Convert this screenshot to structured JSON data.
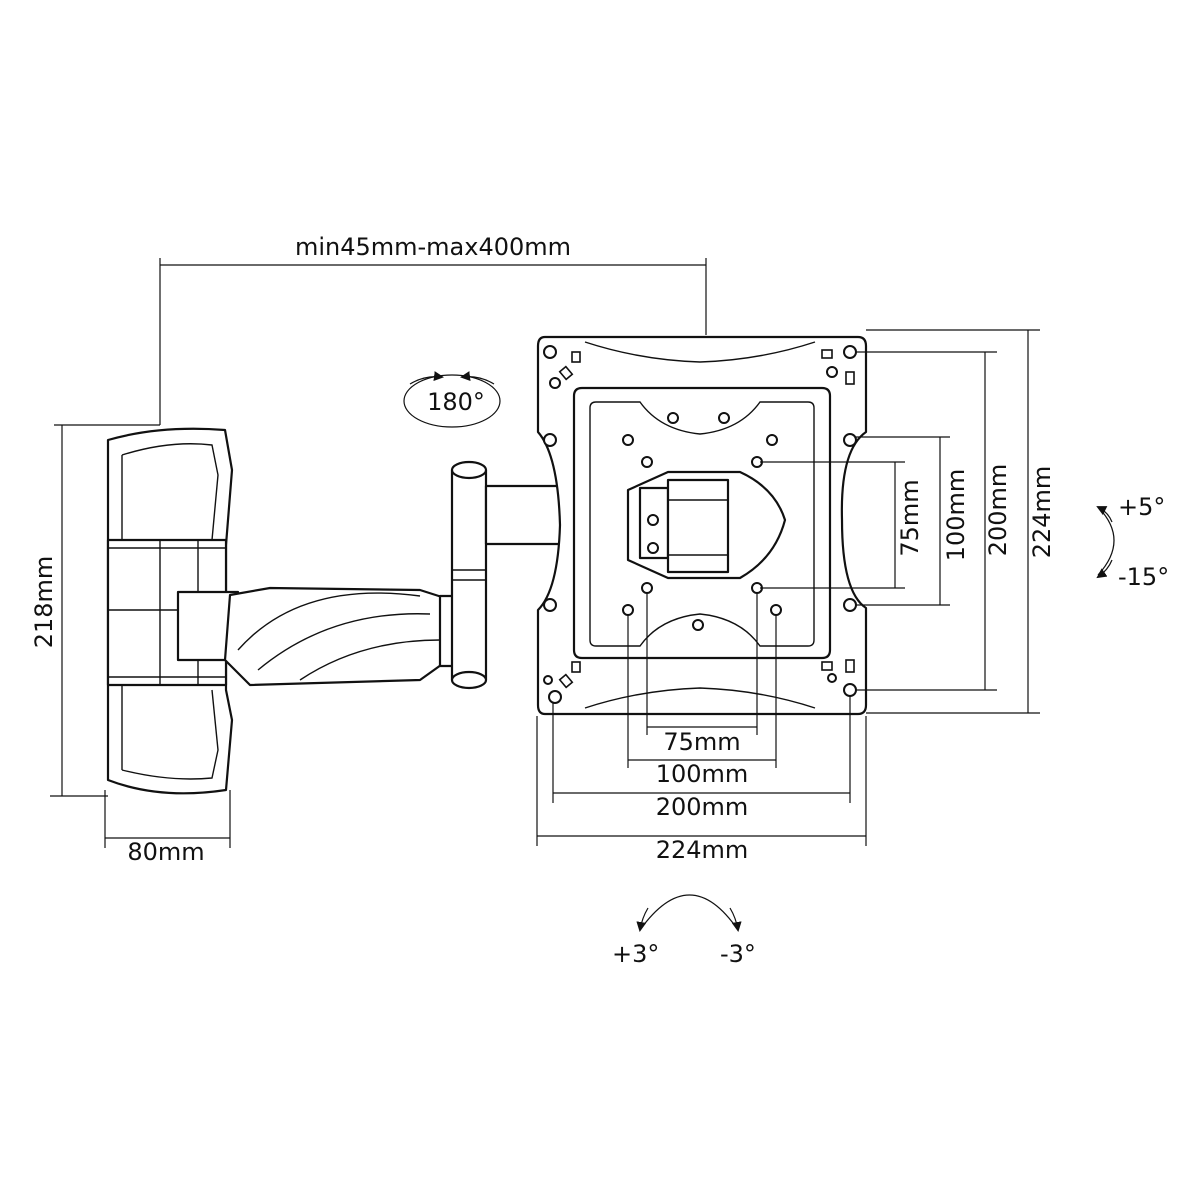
{
  "labels": {
    "extension": "min45mm-max400mm",
    "swivel": "180°",
    "height_218": "218mm",
    "width_80": "80mm",
    "v_75": "75mm",
    "v_100": "100mm",
    "v_200": "200mm",
    "v_224": "224mm",
    "h_75": "75mm",
    "h_100": "100mm",
    "h_200": "200mm",
    "h_224": "224mm",
    "tilt_up": "+5°",
    "tilt_down": "-15°",
    "rot_plus": "+3°",
    "rot_minus": "-3°"
  },
  "colors": {
    "line": "#111111",
    "background": "#ffffff"
  }
}
